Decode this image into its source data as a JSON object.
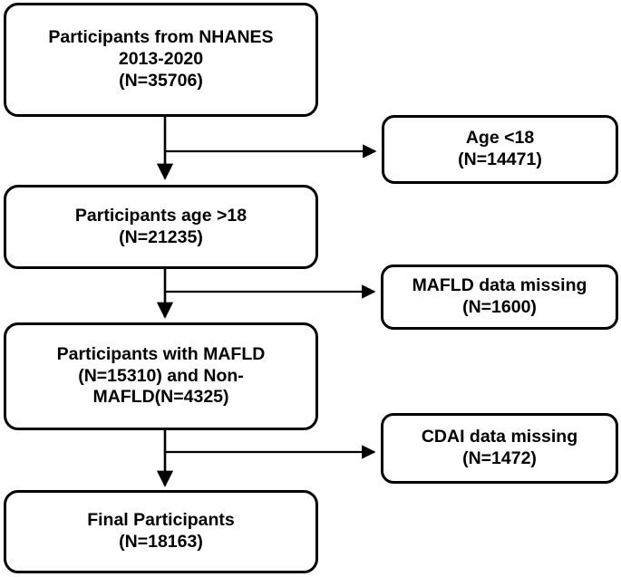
{
  "diagram": {
    "type": "flowchart",
    "title": "NHANES participant selection flow",
    "stroke_color": "#000000",
    "background_color": "#ffffff",
    "nodes": [
      {
        "id": "source",
        "role": "main",
        "lines": [
          "Participants from NHANES",
          "2013-2020",
          "(N=35706)"
        ],
        "n": 35706
      },
      {
        "id": "excl-age",
        "role": "exclusion",
        "lines": [
          "Age <18",
          "(N=14471)"
        ],
        "n": 14471
      },
      {
        "id": "adults",
        "role": "main",
        "lines": [
          "Participants age >18",
          "(N=21235)"
        ],
        "n": 21235
      },
      {
        "id": "excl-mafld",
        "role": "exclusion",
        "lines": [
          "MAFLD data missing",
          "(N=1600)"
        ],
        "n": 1600
      },
      {
        "id": "mafld-groups",
        "role": "main",
        "lines": [
          "Participants with MAFLD",
          "(N=15310) and Non-",
          "MAFLD(N=4325)"
        ],
        "n_mafld": 15310,
        "n_non_mafld": 4325
      },
      {
        "id": "excl-cdai",
        "role": "exclusion",
        "lines": [
          "CDAI data missing",
          "(N=1472)"
        ],
        "n": 1472
      },
      {
        "id": "final",
        "role": "main",
        "lines": [
          "Final Participants",
          "(N=18163)"
        ],
        "n": 18163
      }
    ],
    "edges": [
      {
        "id": "edge-source-to-adults",
        "from": "source",
        "to": "adults",
        "kind": "vertical-arrow"
      },
      {
        "id": "edge-source-to-excl-age",
        "from": "source",
        "to": "excl-age",
        "kind": "branch-arrow"
      },
      {
        "id": "edge-adults-to-mafld-groups",
        "from": "adults",
        "to": "mafld-groups",
        "kind": "vertical-arrow"
      },
      {
        "id": "edge-adults-to-excl-mafld",
        "from": "adults",
        "to": "excl-mafld",
        "kind": "branch-arrow"
      },
      {
        "id": "edge-mafld-groups-to-final",
        "from": "mafld-groups",
        "to": "final",
        "kind": "vertical-arrow"
      },
      {
        "id": "edge-mafld-groups-to-excl-cdai",
        "from": "mafld-groups",
        "to": "excl-cdai",
        "kind": "branch-arrow"
      }
    ]
  }
}
